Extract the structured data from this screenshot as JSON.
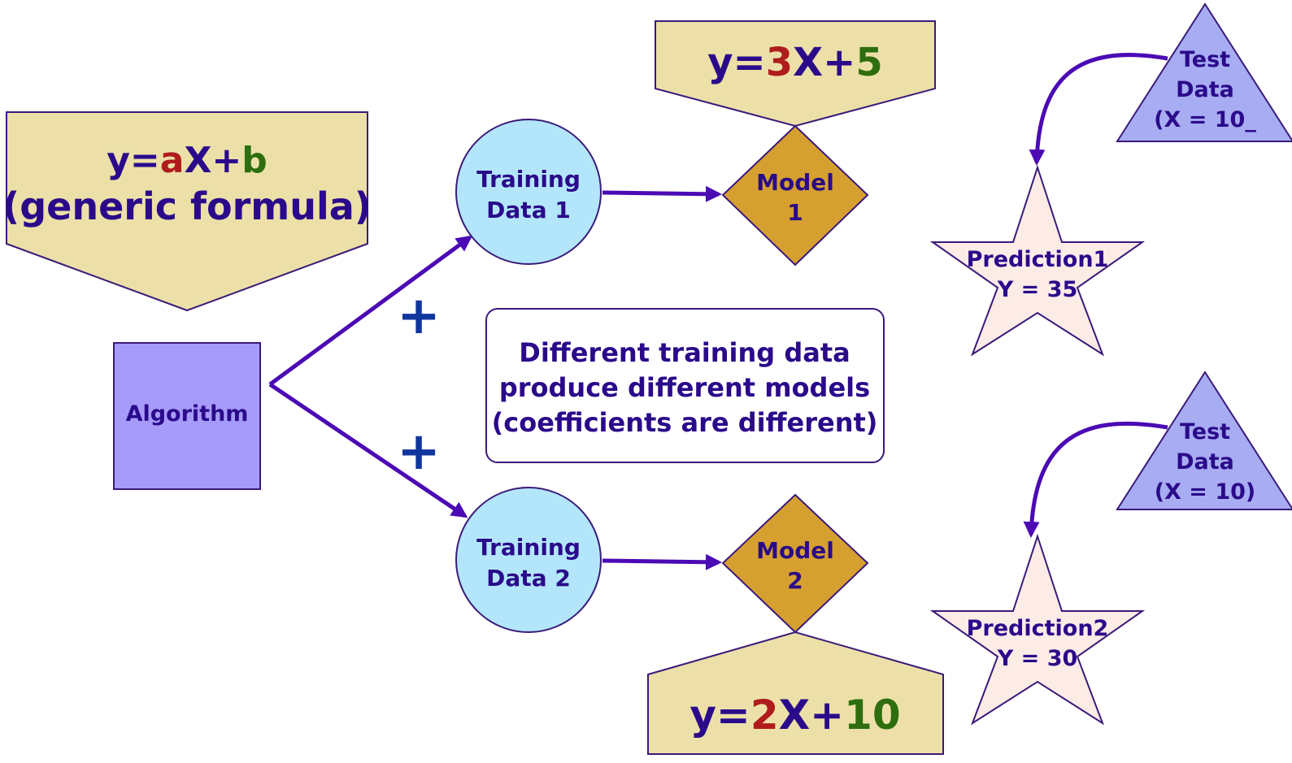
{
  "generic_formula": {
    "eq_prefix": "y=",
    "eq_coef_a": "a",
    "eq_mid": "X+",
    "eq_coef_b": "b",
    "caption": "(generic formula)"
  },
  "algorithm": {
    "label": "Algorithm"
  },
  "training1": {
    "line1": "Training",
    "line2": "Data 1"
  },
  "training2": {
    "line1": "Training",
    "line2": "Data 2"
  },
  "plus_sign": "+",
  "model1": {
    "line1": "Model",
    "line2": "1"
  },
  "model2": {
    "line1": "Model",
    "line2": "2"
  },
  "formula1": {
    "prefix": "y=",
    "coef_a": "3",
    "mid": "X+",
    "coef_b": "5"
  },
  "formula2": {
    "prefix": "y=",
    "coef_a": "2",
    "mid": "X+",
    "coef_b": "10"
  },
  "note": {
    "line1": "Different training data",
    "line2": "produce different models",
    "line3": "(coefficients are different)"
  },
  "test1": {
    "line1": "Test",
    "line2": "Data",
    "line3": "(X = 10_"
  },
  "test2": {
    "line1": "Test",
    "line2": "Data",
    "line3": "(X = 10)"
  },
  "prediction1": {
    "line1": "Prediction1",
    "line2": "Y = 35"
  },
  "prediction2": {
    "line1": "Prediction2",
    "line2": "Y = 30"
  },
  "colors": {
    "text": "#2a0a8a",
    "coef_red": "#b01c1c",
    "coef_green": "#2e6e0e",
    "arrow": "#4b0ab4",
    "callout": "#ece0a8",
    "training_circle": "#b3e6fb",
    "model_diamond": "#d6a030",
    "algorithm_box": "#a79bfa",
    "test_triangle": "#a8acf2",
    "prediction_star": "#fdebe6"
  }
}
